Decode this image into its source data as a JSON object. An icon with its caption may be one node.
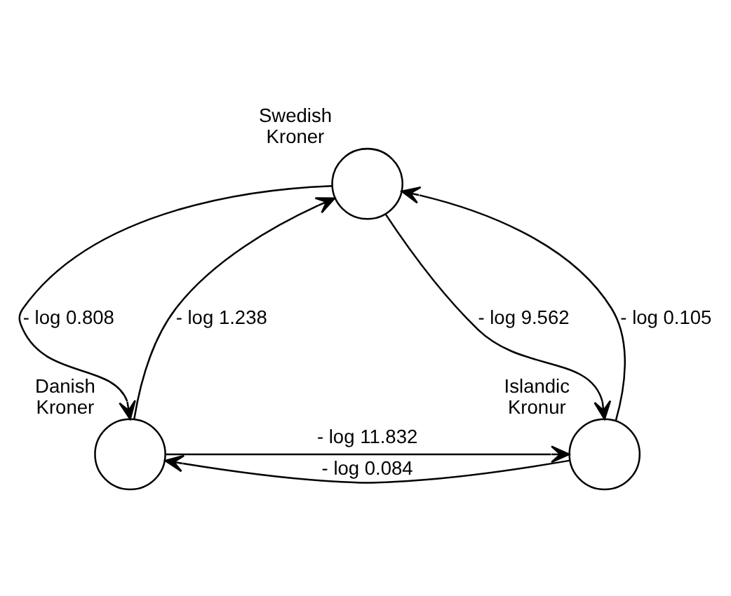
{
  "diagram": {
    "nodes": [
      {
        "text": [],
        "shape": "circle",
        "beside": [
          "Swedish Kroner"
        ]
      },
      {
        "text": [],
        "shape": "circle",
        "beside": [
          "Danish Kroner"
        ]
      },
      {
        "text": [],
        "shape": "circle",
        "beside": [
          "Islandic Kronur"
        ]
      }
    ],
    "edges": [
      {
        "from": 1,
        "to": 0,
        "arrow": "to",
        "label": "- log 1.238"
      },
      {
        "from": 0,
        "to": 1,
        "arrow": "to",
        "label": "- log 0.808"
      },
      {
        "from": 0,
        "to": 2,
        "arrow": "to",
        "label": "- log 9.562"
      },
      {
        "from": 2,
        "to": 0,
        "arrow": "to",
        "label": "- log 0.105"
      },
      {
        "from": 1,
        "to": 2,
        "arrow": "to",
        "label": "- log 11.832"
      },
      {
        "from": 2,
        "to": 1,
        "arrow": "to",
        "label": "- log 0.084"
      }
    ]
  }
}
